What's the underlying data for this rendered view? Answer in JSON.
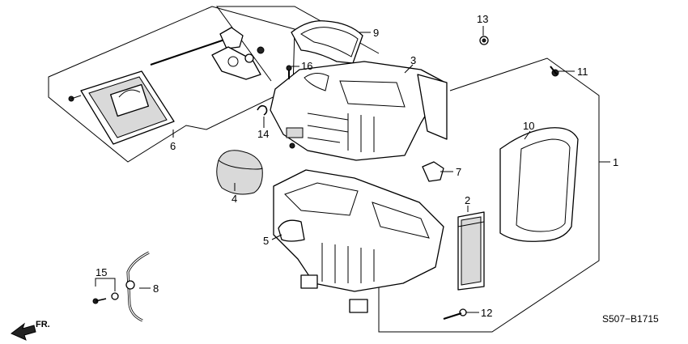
{
  "callouts": {
    "c1": "1",
    "c2": "2",
    "c3": "3",
    "c4": "4",
    "c5": "5",
    "c6": "6",
    "c7": "7",
    "c8": "8",
    "c9": "9",
    "c10": "10",
    "c11": "11",
    "c12": "12",
    "c13": "13",
    "c14": "14",
    "c15": "15",
    "c16": "16"
  },
  "direction_label": "FR.",
  "diagram_code": "S507−B1715"
}
